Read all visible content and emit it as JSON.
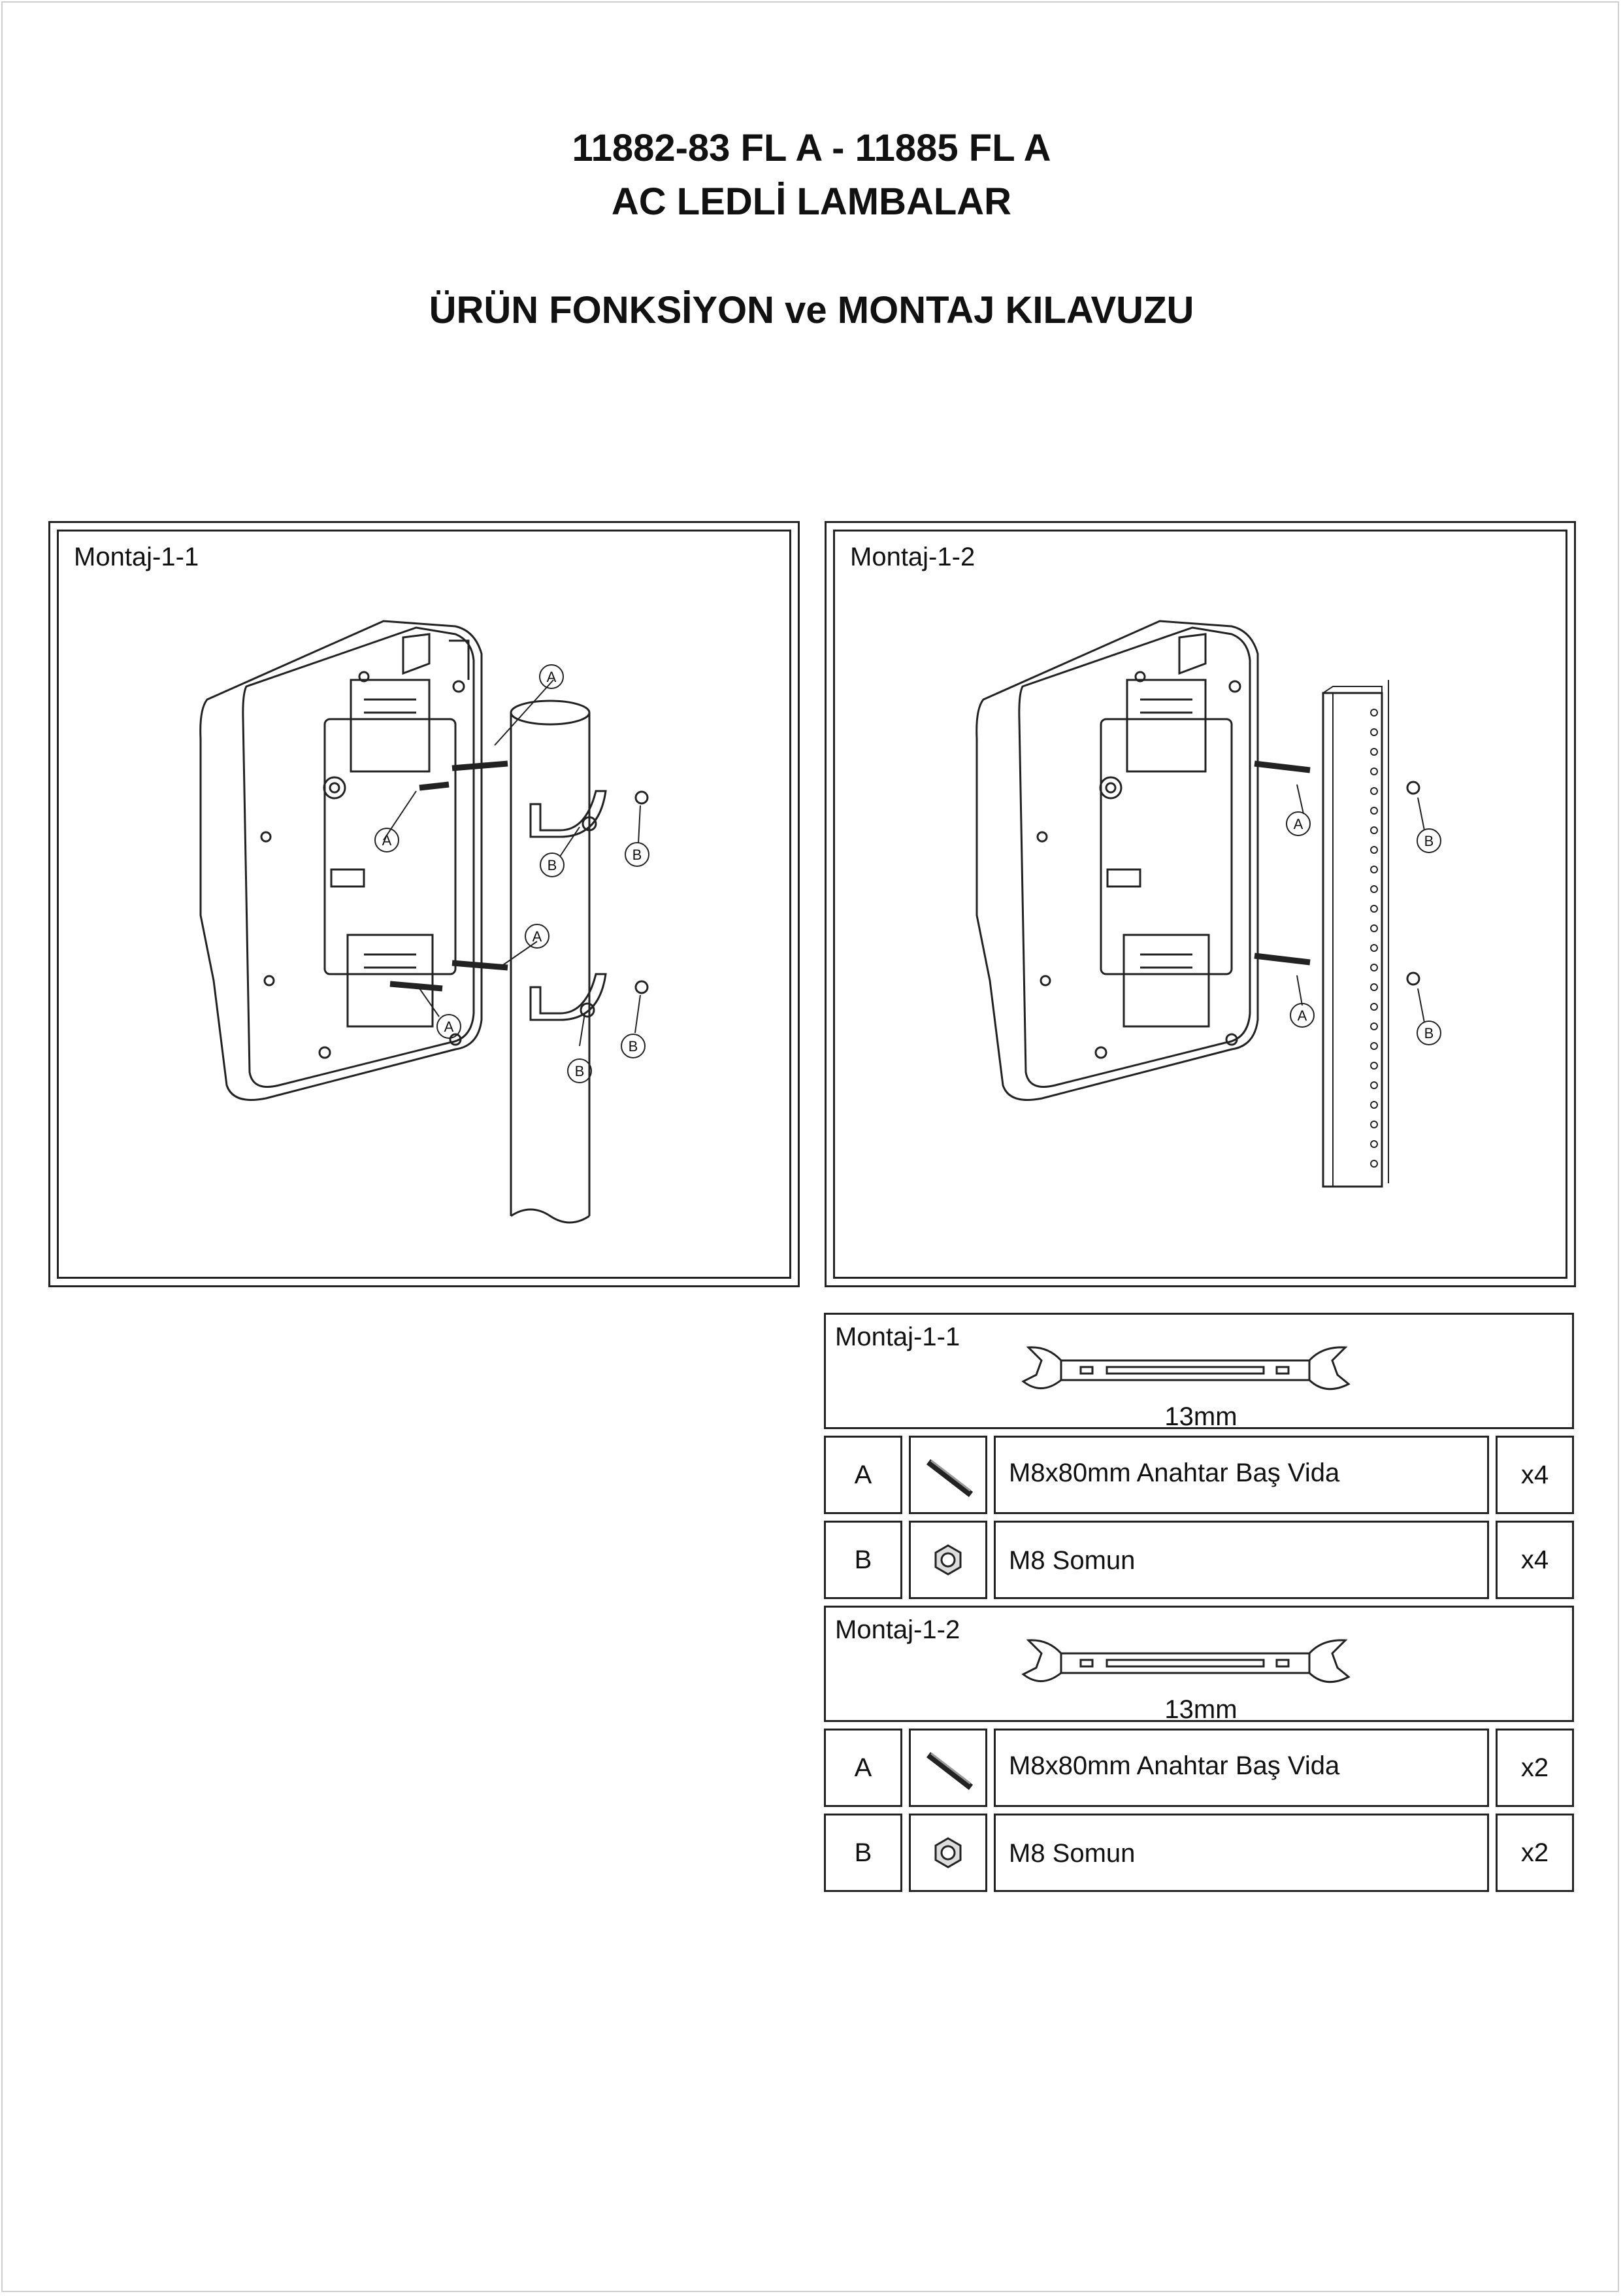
{
  "header": {
    "line1": "11882-83 FL A - 11885 FL A",
    "line2": "AC LEDLİ LAMBALAR",
    "line3": "ÜRÜN FONKSİYON ve MONTAJ KILAVUZU"
  },
  "figures": [
    {
      "label": "Montaj-1-1",
      "callouts": [
        "A",
        "A",
        "A",
        "A",
        "B",
        "B",
        "B",
        "B"
      ]
    },
    {
      "label": "Montaj-1-2",
      "callouts": [
        "A",
        "A",
        "B",
        "B"
      ]
    }
  ],
  "parts_tables": [
    {
      "label": "Montaj-1-1",
      "tool_size": "13mm",
      "rows": [
        {
          "letter": "A",
          "icon": "bolt-icon",
          "description": "M8x80mm Anahtar Baş Vida",
          "qty": "x4"
        },
        {
          "letter": "B",
          "icon": "nut-icon",
          "description": "M8 Somun",
          "qty": "x4"
        }
      ]
    },
    {
      "label": "Montaj-1-2",
      "tool_size": "13mm",
      "rows": [
        {
          "letter": "A",
          "icon": "bolt-icon",
          "description": "M8x80mm Anahtar Baş Vida",
          "qty": "x2"
        },
        {
          "letter": "B",
          "icon": "nut-icon",
          "description": "M8 Somun",
          "qty": "x2"
        }
      ]
    }
  ]
}
